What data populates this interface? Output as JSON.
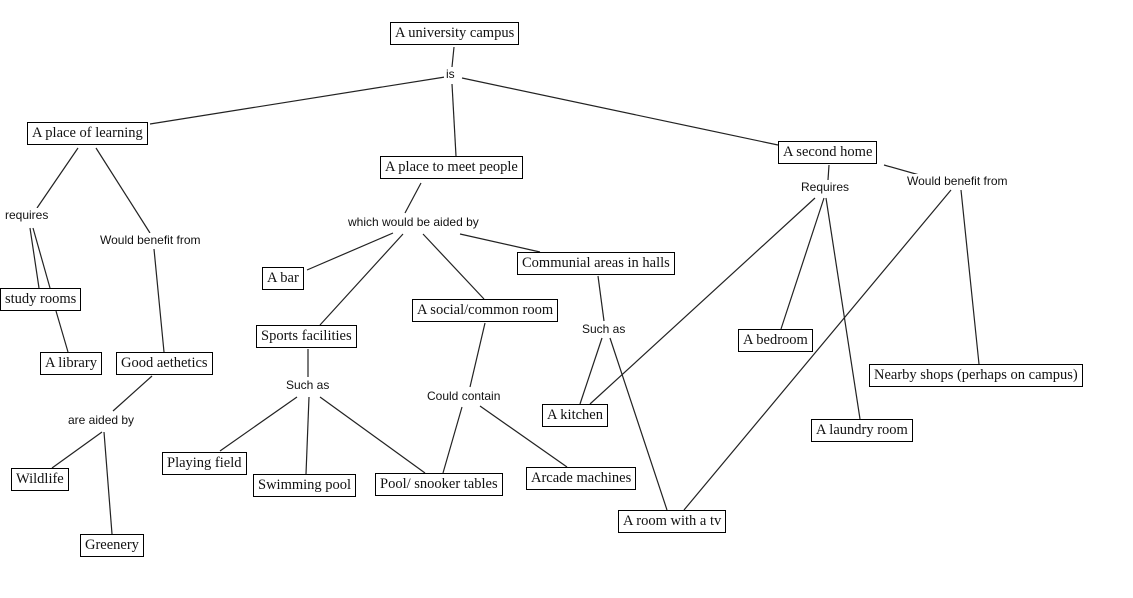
{
  "concepts": {
    "campus": "A university campus",
    "learning": "A place of learning",
    "meet": "A place to meet people",
    "home": "A second home",
    "study": "study rooms",
    "library": "A library",
    "aesthetics": "Good aethetics",
    "wildlife": "Wildlife",
    "greenery": "Greenery",
    "bar": "A bar",
    "sports": "Sports facilities",
    "social": "A social/common room",
    "communal": "Communial areas in halls",
    "playing": "Playing field",
    "swimming": "Swimming pool",
    "pool": "Pool/ snooker tables",
    "arcade": "Arcade machines",
    "kitchen": "A kitchen",
    "tv": "A room with a tv",
    "bedroom": "A bedroom",
    "laundry": "A laundry room",
    "shops": "Nearby shops (perhaps on campus)"
  },
  "linkers": {
    "is": "is",
    "requires1": "requires",
    "benefit1": "Would benefit from",
    "aidedby": "are aided by",
    "aided_meet": "which would be aided by",
    "suchas_sports": "Such as",
    "could_contain": "Could contain",
    "suchas_communal": "Such as",
    "requires2": "Requires",
    "benefit2": "Would benefit from"
  }
}
